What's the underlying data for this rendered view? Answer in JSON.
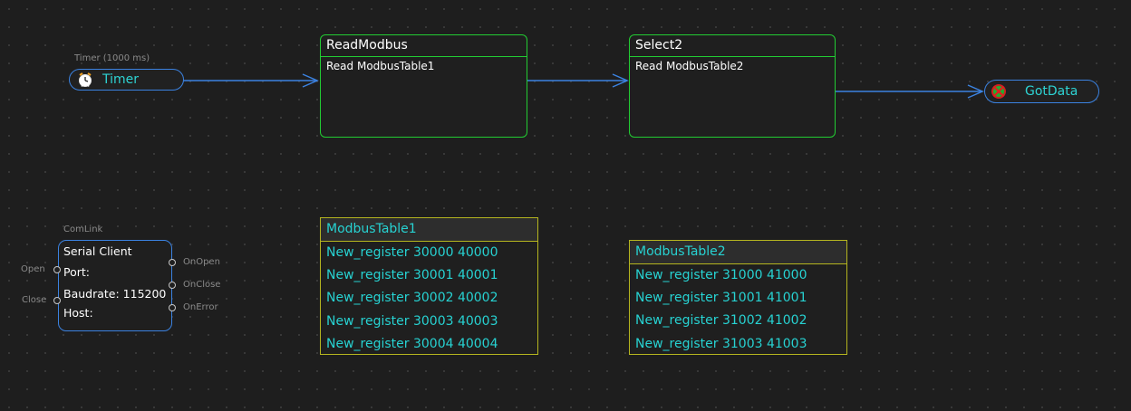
{
  "timer": {
    "caption": "Timer (1000 ms)",
    "label": "Timer",
    "icon": "alarm-clock-icon"
  },
  "states": [
    {
      "title": "ReadModbus",
      "action": "Read ModbusTable1"
    },
    {
      "title": "Select2",
      "action": "Read ModbusTable2"
    }
  ],
  "final": {
    "label": "GotData",
    "icon": "final-state-icon"
  },
  "table1": {
    "title": "ModbusTable1",
    "rows": [
      "New_register 30000 40000",
      "New_register 30001 40001",
      "New_register 30002 40002",
      "New_register 30003 40003",
      "New_register 30004 40004"
    ]
  },
  "table2": {
    "title": "ModbusTable2",
    "rows": [
      "New_register 31000 41000",
      "New_register 31001 41001",
      "New_register 31002 41002",
      "New_register 31003 41003"
    ]
  },
  "comlink": {
    "caption": "ComLink",
    "title": "Serial Client",
    "port": "Port:",
    "baudrate": "Baudrate: 115200",
    "host": "Host:",
    "inputs": [
      "Open",
      "Close"
    ],
    "outputs": [
      "OnOpen",
      "OnClose",
      "OnError"
    ]
  },
  "colors": {
    "background": "#1e1e1e",
    "wire": "#3b82e0",
    "state_border": "#22cc33",
    "table_border": "#b5b51f",
    "text_cyan": "#2ed3d3"
  }
}
